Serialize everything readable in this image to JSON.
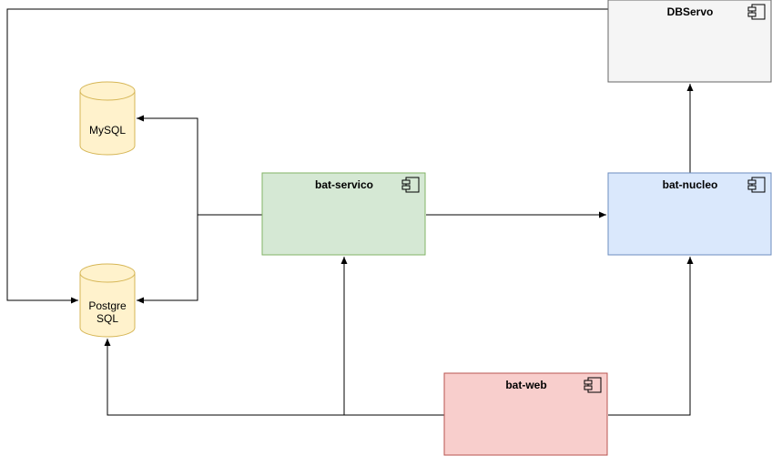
{
  "components": {
    "dbservo": {
      "label": "DBServo",
      "fill": "#f5f5f5",
      "stroke": "#666666"
    },
    "servico": {
      "label": "bat-servico",
      "fill": "#d5e8d4",
      "stroke": "#82b366"
    },
    "nucleo": {
      "label": "bat-nucleo",
      "fill": "#dae8fc",
      "stroke": "#6c8ebf"
    },
    "web": {
      "label": "bat-web",
      "fill": "#f8cecc",
      "stroke": "#b85450"
    }
  },
  "databases": {
    "mysql": {
      "label": "MySQL",
      "fill": "#fff2cc",
      "stroke": "#d6b656"
    },
    "postgres": {
      "label_line1": "Postgre",
      "label_line2": "SQL",
      "fill": "#fff2cc",
      "stroke": "#d6b656"
    }
  },
  "connector_color": "#000000"
}
